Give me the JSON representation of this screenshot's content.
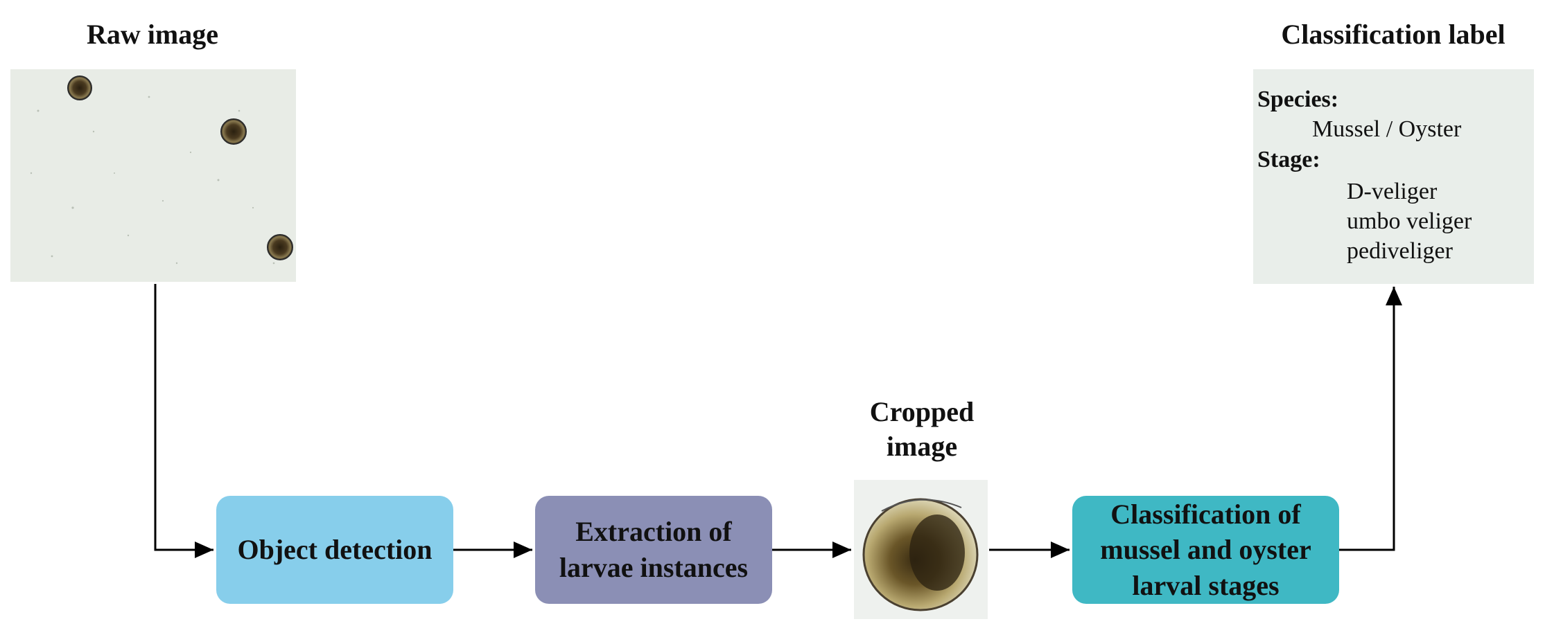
{
  "titles": {
    "raw": "Raw image",
    "cropped_line1": "Cropped",
    "cropped_line2": "image",
    "classification": "Classification label"
  },
  "steps": {
    "object_detection": "Object detection",
    "extraction_line1": "Extraction of",
    "extraction_line2": "larvae instances",
    "classify_line1": "Classification of",
    "classify_line2": "mussel and oyster",
    "classify_line3": "larval stages"
  },
  "label_panel": {
    "species_heading": "Species:",
    "species_value": "Mussel / Oyster",
    "stage_heading": "Stage:",
    "stages": [
      "D-veliger",
      "umbo veliger",
      "pediveliger"
    ]
  },
  "colors": {
    "object_detection": "#87ceeb",
    "extraction": "#8b8fb5",
    "classify": "#3fb8c4",
    "label_panel": "#e9eeea",
    "raw_image_bg": "#e8ece6"
  },
  "icons": {
    "arrows": "arrow-right-icon"
  }
}
